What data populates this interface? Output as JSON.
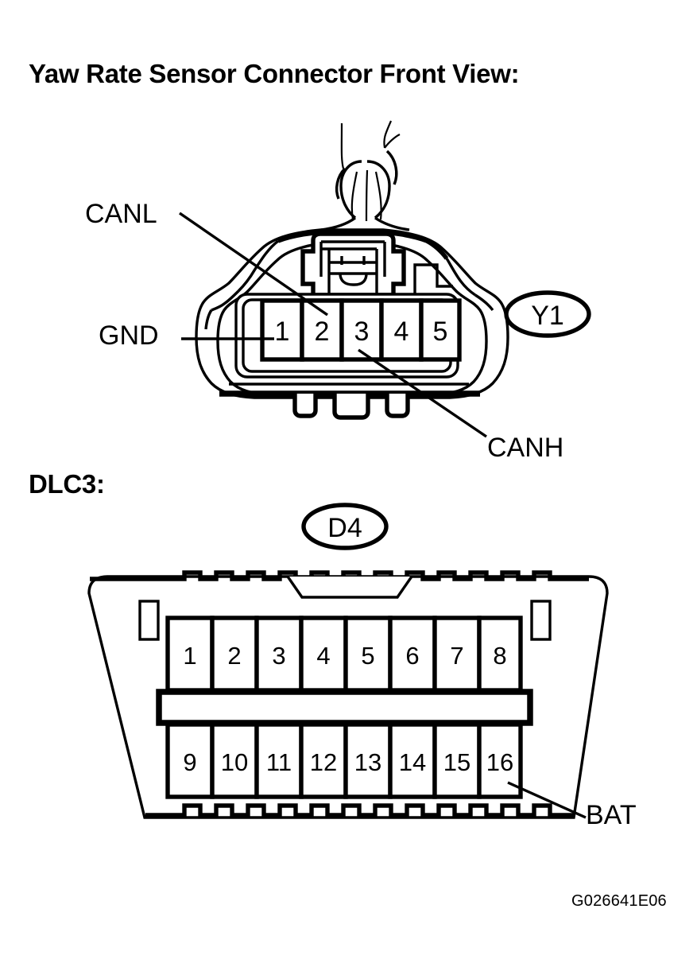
{
  "document": {
    "figure_code": "G026641E06",
    "background_color": "#ffffff",
    "line_color": "#000000"
  },
  "sections": [
    {
      "id": "yaw-rate-sensor",
      "heading": "Yaw Rate Sensor Connector Front View:",
      "connector_id": "Y1",
      "pins": [
        "1",
        "2",
        "3",
        "4",
        "5"
      ],
      "callouts": [
        {
          "name": "CANL",
          "pin": "2",
          "leader": "diagonal-down-right"
        },
        {
          "name": "GND",
          "pin": "1",
          "leader": "horizontal-right"
        },
        {
          "name": "CANH",
          "pin": "3",
          "leader": "diagonal-down-right"
        }
      ]
    },
    {
      "id": "dlc3",
      "heading": "DLC3:",
      "connector_id": "D4",
      "pins_upper": [
        "1",
        "2",
        "3",
        "4",
        "5",
        "6",
        "7",
        "8"
      ],
      "pins_lower": [
        "9",
        "10",
        "11",
        "12",
        "13",
        "14",
        "15",
        "16"
      ],
      "callouts": [
        {
          "name": "BAT",
          "pin": "16",
          "leader": "diagonal-down-right"
        }
      ]
    }
  ],
  "labels": {
    "canl": "CANL",
    "gnd": "GND",
    "canh": "CANH",
    "bat": "BAT",
    "y1": "Y1",
    "d4": "D4",
    "heading_yaw": "Yaw Rate Sensor Connector Front View:",
    "heading_dlc3": "DLC3:"
  },
  "yaw_pins": {
    "p1": "1",
    "p2": "2",
    "p3": "3",
    "p4": "4",
    "p5": "5"
  },
  "dlc_pins": {
    "p1": "1",
    "p2": "2",
    "p3": "3",
    "p4": "4",
    "p5": "5",
    "p6": "6",
    "p7": "7",
    "p8": "8",
    "p9": "9",
    "p10": "10",
    "p11": "11",
    "p12": "12",
    "p13": "13",
    "p14": "14",
    "p15": "15",
    "p16": "16"
  }
}
